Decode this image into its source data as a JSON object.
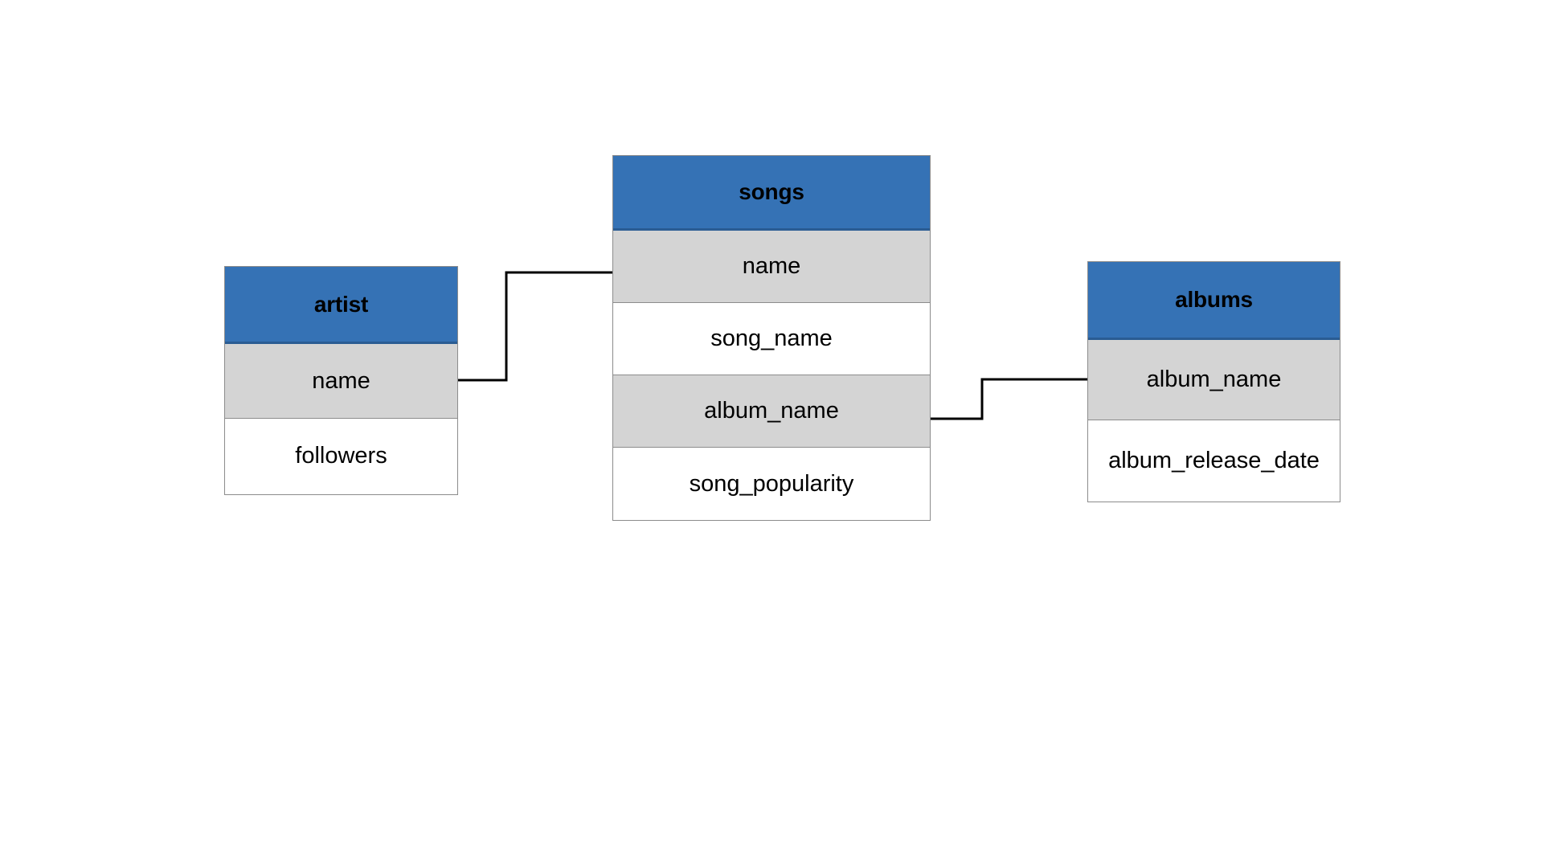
{
  "diagram": {
    "type": "entity-relationship-diagram",
    "background_color": "#ffffff",
    "header_color": "#3572b5",
    "header_border_color": "#2a5c93",
    "row_shaded_color": "#d4d4d4",
    "row_plain_color": "#ffffff",
    "border_color": "#8c8c8c",
    "connector_color": "#000000",
    "entities": [
      {
        "id": "artist",
        "title": "artist",
        "fields": [
          {
            "label": "name",
            "shaded": true
          },
          {
            "label": "followers",
            "shaded": false
          }
        ]
      },
      {
        "id": "songs",
        "title": "songs",
        "fields": [
          {
            "label": "name",
            "shaded": true
          },
          {
            "label": "song_name",
            "shaded": false
          },
          {
            "label": "album_name",
            "shaded": true
          },
          {
            "label": "song_popularity",
            "shaded": false
          }
        ]
      },
      {
        "id": "albums",
        "title": "albums",
        "fields": [
          {
            "label": "album_name",
            "shaded": true
          },
          {
            "label": "album_release_date",
            "shaded": false
          }
        ]
      }
    ],
    "relationships": [
      {
        "id": "artist-to-songs",
        "from_entity": "artist",
        "from_field": "name",
        "to_entity": "songs",
        "to_field": "name"
      },
      {
        "id": "songs-to-albums",
        "from_entity": "songs",
        "from_field": "album_name",
        "to_entity": "albums",
        "to_field": "album_name"
      }
    ]
  }
}
